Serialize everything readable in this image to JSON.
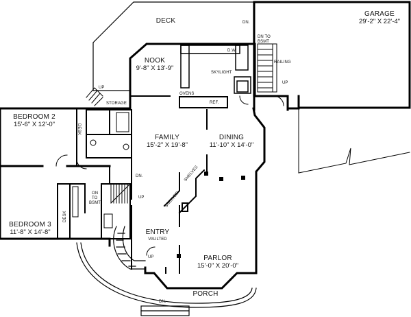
{
  "rooms": {
    "deck": {
      "name": "DECK"
    },
    "garage": {
      "name": "GARAGE",
      "size": "29'-2\" X 22'-4\""
    },
    "nook": {
      "name": "NOOK",
      "size": "9'-8\" X 13'-9\""
    },
    "bedroom2": {
      "name": "BEDROOM 2",
      "size": "15'-6\" X 12'-0\""
    },
    "family": {
      "name": "FAMILY",
      "size": "15'-2\" X 19'-8\""
    },
    "dining": {
      "name": "DINING",
      "size": "11'-10\" X 14'-0\""
    },
    "bedroom3": {
      "name": "BEDROOM 3",
      "size": "11'-8\" X 14'-8\""
    },
    "entry": {
      "name": "ENTRY",
      "note": "VAULTED"
    },
    "parlor": {
      "name": "PARLOR",
      "size": "15'-0\" X 20'-0\""
    },
    "porch": {
      "name": "PORCH"
    }
  },
  "annotations": {
    "dn_deck": "DN.",
    "dn_to_bsmt_top": "DN TO",
    "dn_to_bsmt_bottom": "BSMT",
    "railing": "RAILING",
    "up_right": "UP",
    "skylight": "SKYLIGHT",
    "dw": "D.W.",
    "ovens": "OVENS",
    "ref": "REF.",
    "up_storage": "UP",
    "storage": "STORAGE",
    "desk_bed2": "DESK",
    "desk_bed3": "DESK",
    "dn_hall": "DN.",
    "up_hall": "UP",
    "on_to_bsmt_top": "ON",
    "on_to_bsmt_mid": "TO",
    "on_to_bsmt_bottom": "BSMT",
    "shelves_left": "SHELVES",
    "shelves_right": "SHELVES",
    "up_entry": "UP",
    "dn_porch": "DN."
  }
}
